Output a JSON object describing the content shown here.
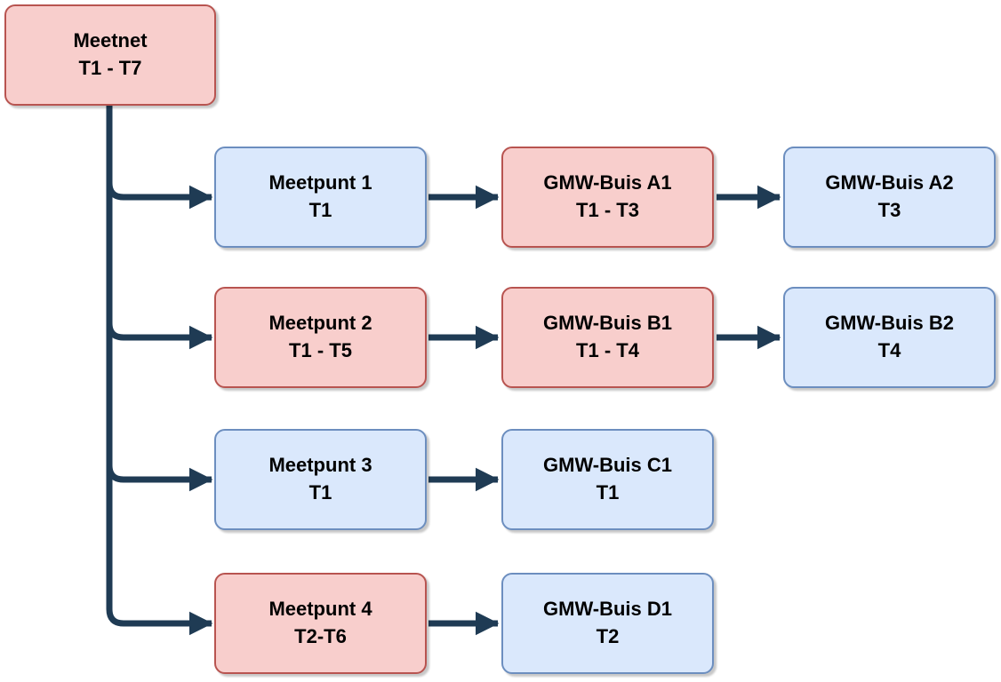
{
  "diagram": {
    "nodes": {
      "meetnet": {
        "label": "Meetnet",
        "period": "T1 - T7"
      },
      "meetpunt1": {
        "label": "Meetpunt 1",
        "period": "T1"
      },
      "gmw_a1": {
        "label": "GMW-Buis A1",
        "period": "T1 - T3"
      },
      "gmw_a2": {
        "label": "GMW-Buis A2",
        "period": "T3"
      },
      "meetpunt2": {
        "label": "Meetpunt 2",
        "period": "T1 - T5"
      },
      "gmw_b1": {
        "label": "GMW-Buis B1",
        "period": "T1 - T4"
      },
      "gmw_b2": {
        "label": "GMW-Buis B2",
        "period": "T4"
      },
      "meetpunt3": {
        "label": "Meetpunt 3",
        "period": "T1"
      },
      "gmw_c1": {
        "label": "GMW-Buis C1",
        "period": "T1"
      },
      "meetpunt4": {
        "label": "Meetpunt 4",
        "period": "T2-T6"
      },
      "gmw_d1": {
        "label": "GMW-Buis D1",
        "period": "T2"
      }
    },
    "colors": {
      "red_fill": "#f8cecc",
      "red_border": "#b85450",
      "blue_fill": "#dae8fc",
      "blue_border": "#6c8ebf",
      "connector": "#1f3b54",
      "text": "#000000"
    }
  }
}
